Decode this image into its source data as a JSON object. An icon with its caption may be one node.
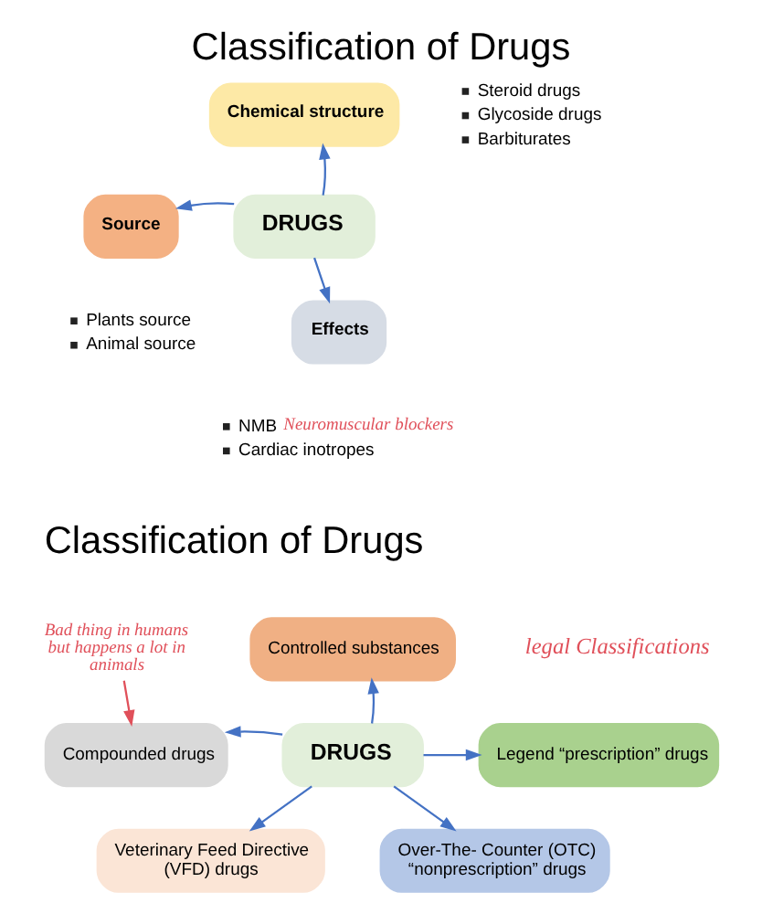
{
  "diagram": {
    "title": "Classification of Drugs",
    "nodes": [
      {
        "text": [
          "Chemical structure"
        ],
        "beside": [
          "Steroid drugs",
          "Glycoside drugs",
          "Barbiturates"
        ]
      },
      {
        "text": [
          "Source"
        ],
        "beside": [
          "Plants source",
          "Animal source"
        ]
      },
      {
        "text": [
          "DRUGS"
        ]
      },
      {
        "text": [
          "Effects"
        ],
        "beside": [
          "NMB",
          "Neuromuscular blockers",
          "Cardiac inotropes"
        ]
      },
      {
        "text": [
          "Bad thing in humans but happens a lot in animals"
        ]
      },
      {
        "text": [
          "Controlled substances"
        ]
      },
      {
        "text": [
          "Compounded drugs"
        ]
      },
      {
        "text": [
          "Legend “prescription” drugs"
        ]
      },
      {
        "text": [
          "DRUGS"
        ]
      },
      {
        "text": [
          "Veterinary Feed Directive (VFD) drugs"
        ]
      },
      {
        "text": [
          "Over-The- Counter (OTC) “nonprescription” drugs"
        ]
      }
    ],
    "edges": [
      {
        "from": 2,
        "to": 0,
        "arrow": "to"
      },
      {
        "from": 2,
        "to": 1,
        "arrow": "to"
      },
      {
        "from": 2,
        "to": 3,
        "arrow": "to"
      },
      {
        "from": 4,
        "to": 6,
        "arrow": "to",
        "color": "#e0505a"
      },
      {
        "from": 8,
        "to": 5,
        "arrow": "to"
      },
      {
        "from": 8,
        "to": 6,
        "arrow": "to"
      },
      {
        "from": 8,
        "to": 7,
        "arrow": "to"
      },
      {
        "from": 8,
        "to": 9,
        "arrow": "to"
      },
      {
        "from": 8,
        "to": 10,
        "arrow": "to"
      }
    ],
    "labels": [
      "Classification of Drugs",
      "legal Classifications"
    ]
  }
}
